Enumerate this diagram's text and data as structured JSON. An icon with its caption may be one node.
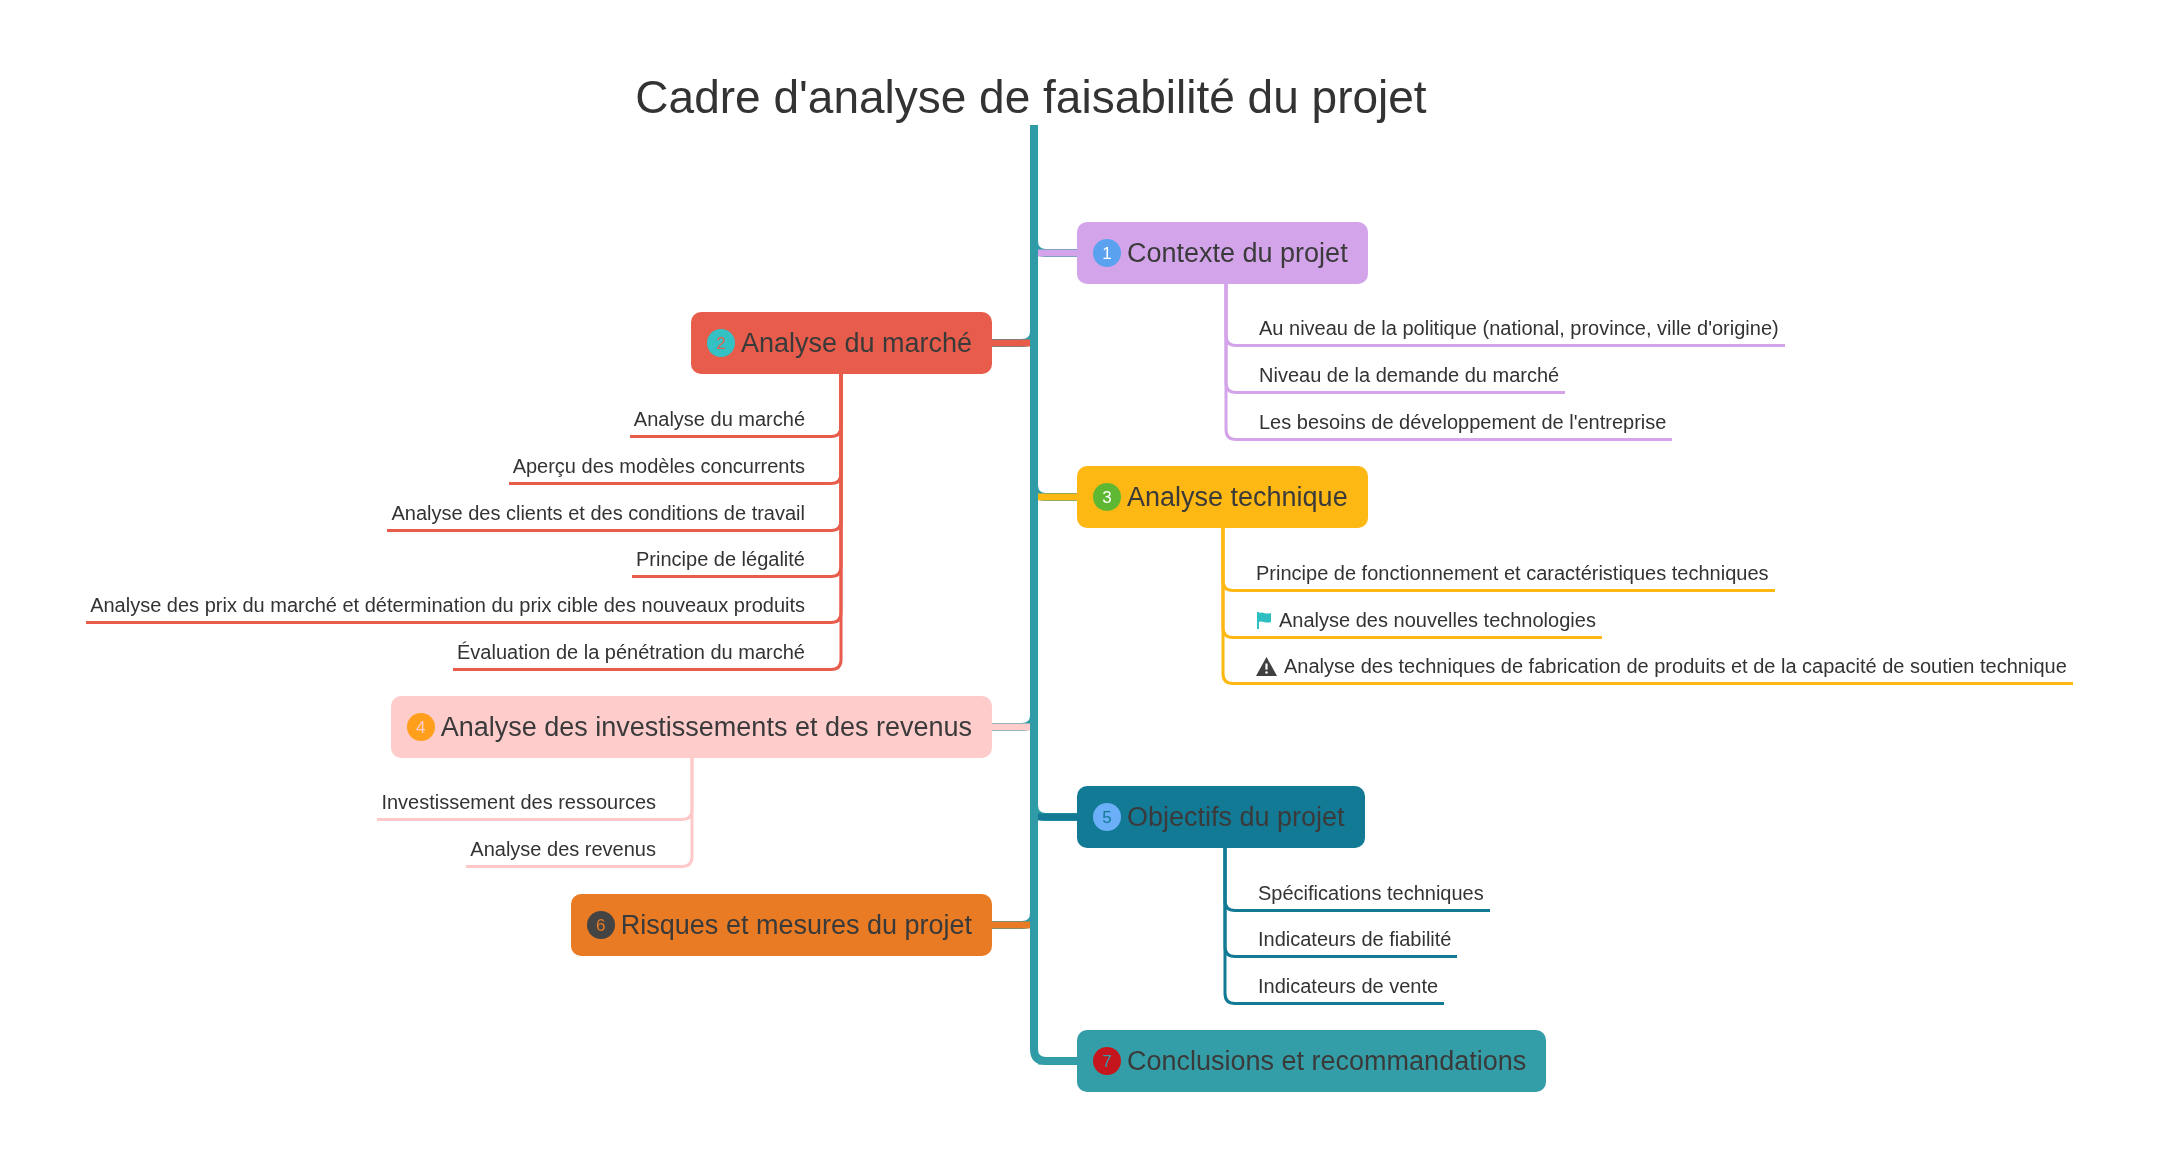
{
  "diagram": {
    "nodes": [
      {
        "text": [
          "Cadre d'analyse de faisabilité du projet"
        ]
      },
      {
        "text": [
          "1",
          "Contexte du projet"
        ]
      },
      {
        "text": [
          "Au niveau de la politique (national, province, ville d'origine)"
        ]
      },
      {
        "text": [
          "Niveau de la demande du marché"
        ]
      },
      {
        "text": [
          "Les besoins de développement de l'entreprise"
        ]
      },
      {
        "text": [
          "2",
          "Analyse du marché"
        ]
      },
      {
        "text": [
          "Analyse du marché"
        ]
      },
      {
        "text": [
          "Aperçu des modèles concurrents"
        ]
      },
      {
        "text": [
          "Analyse des clients et des conditions de travail"
        ]
      },
      {
        "text": [
          "Principe de légalité"
        ]
      },
      {
        "text": [
          "Analyse des prix du marché et détermination du prix cible des nouveaux produits"
        ]
      },
      {
        "text": [
          "Évaluation de la pénétration du marché"
        ]
      },
      {
        "text": [
          "3",
          "Analyse technique"
        ]
      },
      {
        "text": [
          "Principe de fonctionnement et caractéristiques techniques"
        ]
      },
      {
        "text": [
          "Analyse des nouvelles technologies"
        ]
      },
      {
        "text": [
          "Analyse des techniques de fabrication de produits et de la capacité de soutien technique"
        ]
      },
      {
        "text": [
          "4",
          "Analyse des investissements et des revenus"
        ]
      },
      {
        "text": [
          "Investissement des ressources"
        ]
      },
      {
        "text": [
          "Analyse des revenus"
        ]
      },
      {
        "text": [
          "5",
          "Objectifs du projet"
        ]
      },
      {
        "text": [
          "Spécifications techniques"
        ]
      },
      {
        "text": [
          "Indicateurs de fiabilité"
        ]
      },
      {
        "text": [
          "Indicateurs de vente"
        ]
      },
      {
        "text": [
          "6",
          "Risques et mesures du projet"
        ]
      },
      {
        "text": [
          "7",
          "Conclusions et recommandations"
        ]
      }
    ],
    "edges": [
      {
        "from": 0,
        "to": 1,
        "arrow": "none",
        "style": "thick",
        "color": "#2f9ba6"
      },
      {
        "from": 0,
        "to": 5,
        "arrow": "none",
        "style": "thick",
        "color": "#2f9ba6"
      },
      {
        "from": 0,
        "to": 12,
        "arrow": "none",
        "style": "thick",
        "color": "#2f9ba6"
      },
      {
        "from": 0,
        "to": 16,
        "arrow": "none",
        "style": "thick",
        "color": "#2f9ba6"
      },
      {
        "from": 0,
        "to": 19,
        "arrow": "none",
        "style": "thick",
        "color": "#2f9ba6"
      },
      {
        "from": 0,
        "to": 23,
        "arrow": "none",
        "style": "thick",
        "color": "#2f9ba6"
      },
      {
        "from": 0,
        "to": 24,
        "arrow": "none",
        "style": "thick",
        "color": "#2f9ba6"
      },
      {
        "from": 1,
        "to": 2,
        "arrow": "none",
        "color": "#d3a4ea"
      },
      {
        "from": 1,
        "to": 3,
        "arrow": "none",
        "color": "#d3a4ea"
      },
      {
        "from": 1,
        "to": 4,
        "arrow": "none",
        "color": "#d3a4ea"
      },
      {
        "from": 5,
        "to": 6,
        "arrow": "none",
        "color": "#e85c4b"
      },
      {
        "from": 5,
        "to": 7,
        "arrow": "none",
        "color": "#e85c4b"
      },
      {
        "from": 5,
        "to": 8,
        "arrow": "none",
        "color": "#e85c4b"
      },
      {
        "from": 5,
        "to": 9,
        "arrow": "none",
        "color": "#e85c4b"
      },
      {
        "from": 5,
        "to": 10,
        "arrow": "none",
        "color": "#e85c4b"
      },
      {
        "from": 5,
        "to": 11,
        "arrow": "none",
        "color": "#e85c4b"
      },
      {
        "from": 12,
        "to": 13,
        "arrow": "none",
        "color": "#fdb814"
      },
      {
        "from": 12,
        "to": 14,
        "arrow": "none",
        "color": "#fdb814"
      },
      {
        "from": 12,
        "to": 15,
        "arrow": "none",
        "color": "#fdb814"
      },
      {
        "from": 16,
        "to": 17,
        "arrow": "none",
        "color": "#ffc9c9"
      },
      {
        "from": 16,
        "to": 18,
        "arrow": "none",
        "color": "#ffc9c9"
      },
      {
        "from": 19,
        "to": 20,
        "arrow": "none",
        "color": "#137a96"
      },
      {
        "from": 19,
        "to": 21,
        "arrow": "none",
        "color": "#137a96"
      },
      {
        "from": 19,
        "to": 22,
        "arrow": "none",
        "color": "#137a96"
      }
    ]
  }
}
